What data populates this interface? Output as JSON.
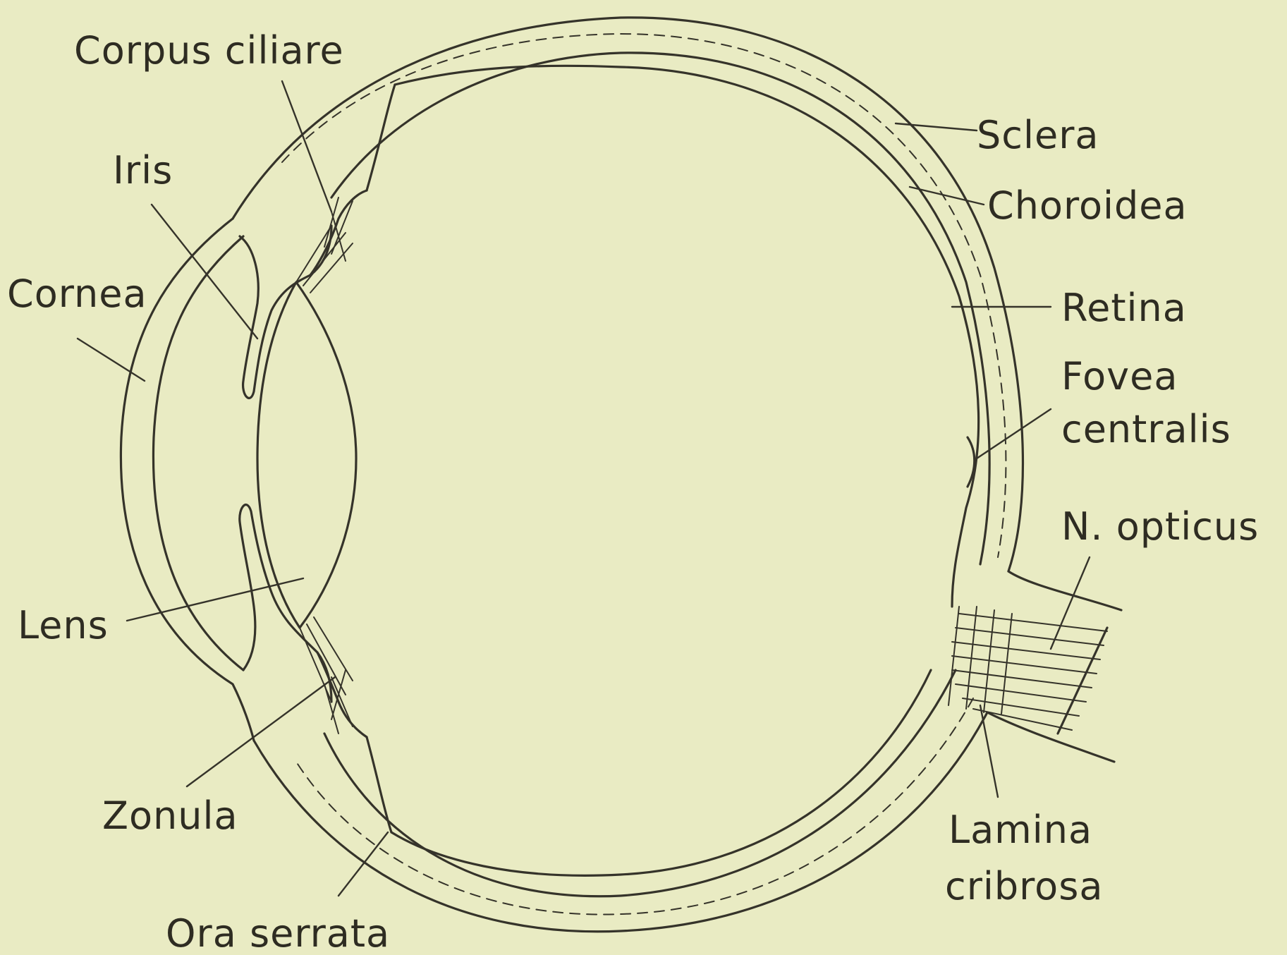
{
  "labels": {
    "corpus_ciliare": "Corpus ciliare",
    "iris": "Iris",
    "cornea": "Cornea",
    "lens": "Lens",
    "zonula": "Zonula",
    "ora_serrata": "Ora serrata",
    "sclera": "Sclera",
    "choroidea": "Choroidea",
    "retina": "Retina",
    "fovea_line1": "Fovea",
    "fovea_line2": "centralis",
    "n_opticus": "N. opticus",
    "lamina_line1": "Lamina",
    "lamina_line2": "cribrosa"
  },
  "colors": {
    "background": "#e9ebc3",
    "ink": "#35332a"
  }
}
